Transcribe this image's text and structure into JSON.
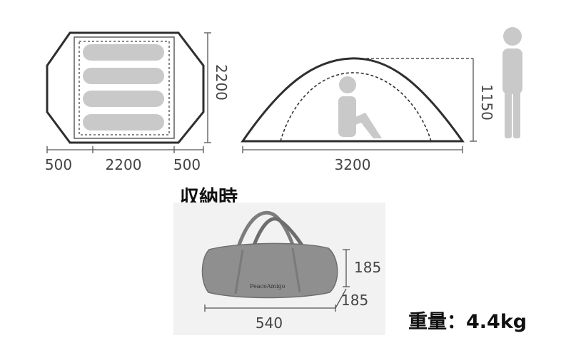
{
  "floor_plan": {
    "width_dimension": "2200",
    "vestibule_left": "500",
    "inner_length": "2200",
    "vestibule_right": "500"
  },
  "side_view": {
    "height_dimension": "1150",
    "length_dimension": "3200"
  },
  "packed": {
    "heading": "収納時",
    "height": "185",
    "depth": "185",
    "length": "540",
    "brand_text": "PeaceAmigo"
  },
  "weight_label": "重量：4.4kg",
  "colors": {
    "outline": "#2f2f2f",
    "figure_gray": "#c9c9c9",
    "bag_gray": "#8f8f8f",
    "photo_bg": "#f2f2f2"
  }
}
